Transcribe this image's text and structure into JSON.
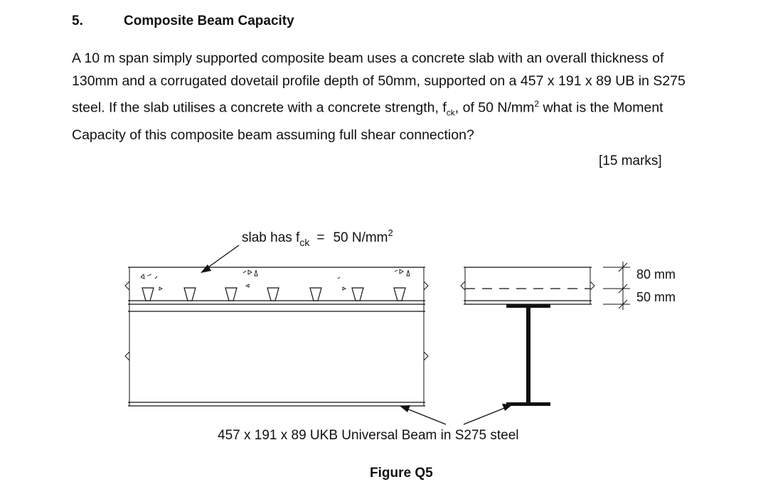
{
  "question": {
    "number": "5.",
    "title": "Composite Beam Capacity",
    "line1": "A 10 m span simply supported composite beam uses a concrete slab with an overall thickness of",
    "line2": "130mm and a corrugated dovetail profile depth of 50mm, supported on a 457 x 191 x 89 UB in S275",
    "line3_a": "steel.  If the slab utilises a concrete with a concrete strength, f",
    "line3_sub": "ck",
    "line3_b": ", of 50 N/mm",
    "line3_sup": "2",
    "line3_c": " what is the Moment",
    "line4": "Capacity of this composite beam assuming full shear connection?",
    "marks": "[15 marks]"
  },
  "figure": {
    "slab_label_a": "slab has f",
    "slab_label_sub": "ck",
    "slab_label_eq": "=",
    "slab_label_b": "50 N/mm",
    "slab_label_sup": "2",
    "dim_top": "80 mm",
    "dim_bottom": "50 mm",
    "beam_label": "457 x 191 x 89 UKB Universal Beam in S275 steel",
    "caption": "Figure Q5"
  }
}
